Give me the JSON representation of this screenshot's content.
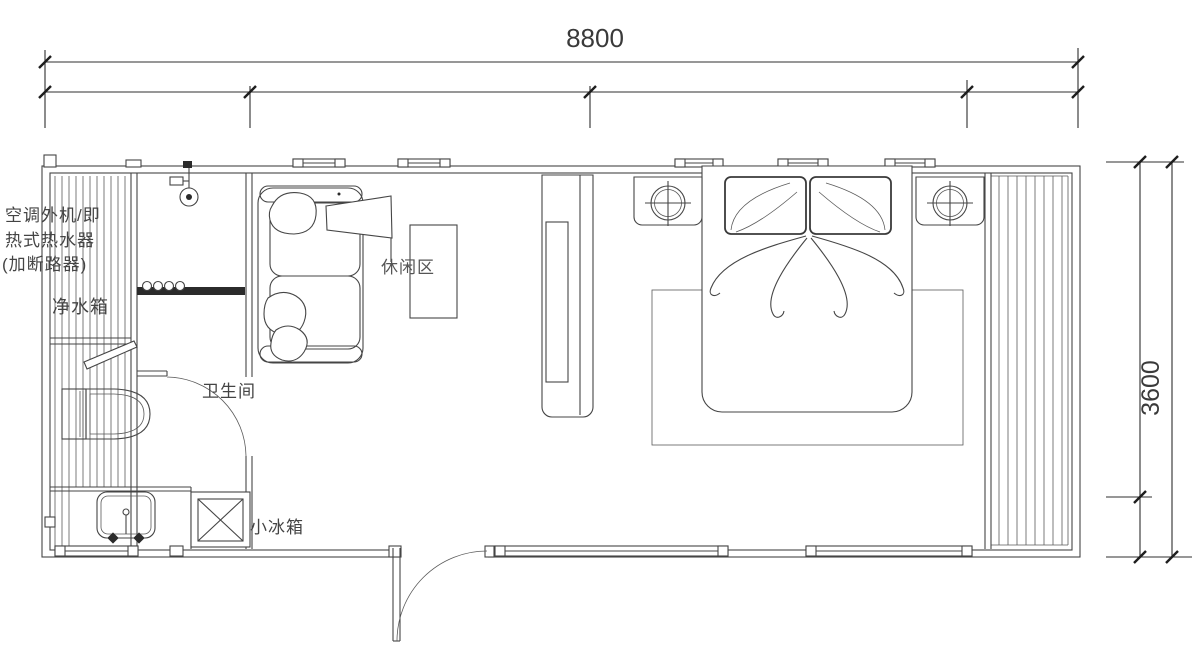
{
  "drawing": {
    "type": "architectural-floor-plan",
    "line_color": "#454545",
    "background_color": "#ffffff"
  },
  "dimensions": {
    "overall_width": "8800",
    "overall_height": "3600"
  },
  "labels": {
    "equipment_line1": "空调外机/即",
    "equipment_line2": "热式热水器",
    "equipment_line3": "(加断路器)",
    "water_tank": "净水箱",
    "bathroom": "卫生间",
    "leisure_area": "休闲区",
    "mini_fridge": "小冰箱"
  },
  "depicted_items": [
    "equipment-bay-hatch",
    "shower-head",
    "towel-rail",
    "water-tank-flap",
    "toilet",
    "washbasin",
    "counter",
    "mini-fridge",
    "bathroom-door",
    "entrance-door",
    "sofa",
    "cushions",
    "wall-tv",
    "coffee-table",
    "wardrobe",
    "double-bed",
    "pillows",
    "ribbon-throw",
    "rug",
    "nightstand-left",
    "nightstand-right",
    "lamp-left",
    "lamp-right",
    "deck-hatch",
    "window-segments",
    "dimension-lines"
  ]
}
